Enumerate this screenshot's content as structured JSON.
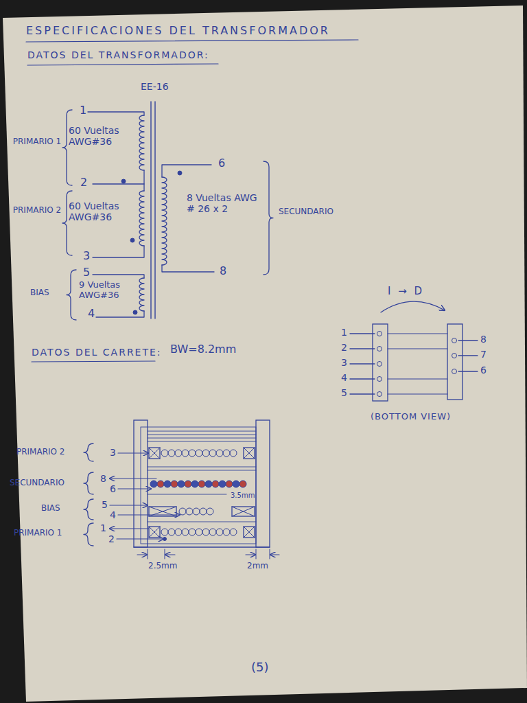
{
  "diagram": {
    "title": "ESPECIFICACIONES DEL TRANSFORMADOR",
    "labels": [
      "DATOS DEL TRANSFORMADOR:",
      "EE-16",
      "1",
      "60 Vueltas AWG#36",
      "PRIMARIO 1",
      "2",
      "6",
      "8 Vueltas AWG # 26 x 2",
      "SECUNDARIO",
      "PRIMARIO 2",
      "60 Vueltas AWG#36",
      "3",
      "8",
      "5",
      "BIAS",
      "9 Vueltas AWG#36",
      "4",
      "DATOS DEL CARRETE:",
      "BW=8.2mm",
      "I → D",
      "1",
      "2",
      "3",
      "4",
      "5",
      "8",
      "7",
      "6",
      "(BOTTOM VIEW)",
      "PRIMARIO 2",
      "3",
      "SECUNDARIO",
      "8",
      "6",
      "3.5mm",
      "BIAS",
      "5",
      "4",
      "PRIMARIO 1",
      "1",
      "2",
      "2.5mm",
      "2mm",
      "(5)"
    ]
  }
}
